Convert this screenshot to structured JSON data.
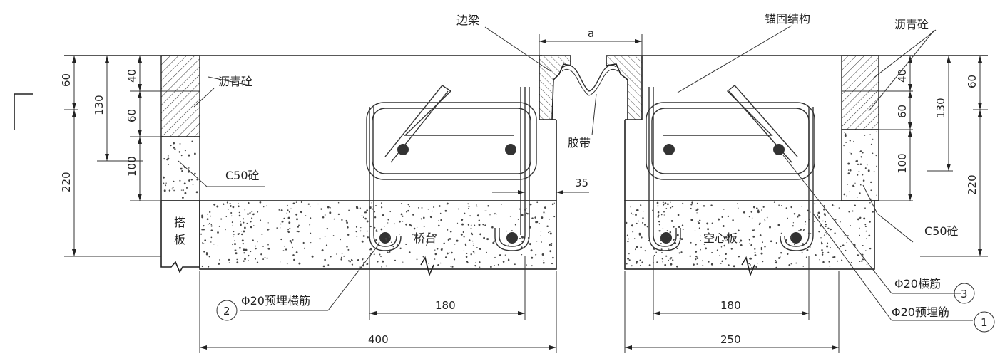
{
  "labels": {
    "side_beam": "边梁",
    "anchor_structure": "锚固结构",
    "asphalt_left": "沥青砼",
    "asphalt_right": "沥青砼",
    "rubber_strip": "胶带",
    "c50_left": "C50砼",
    "c50_right": "C50砼",
    "approach_slab": "搭板",
    "abutment": "桥台",
    "hollow_slab": "空心板",
    "bar_embedded_left": "Φ20预埋横筋",
    "bar_transverse": "Φ20横筋",
    "bar_embedded_right": "Φ20预埋筋"
  },
  "dimensions": {
    "gap": "a",
    "d35": "35",
    "left_60": "60",
    "left_130": "130",
    "left_220": "220",
    "left_40": "40",
    "left_60b": "60",
    "left_100": "100",
    "right_40": "40",
    "right_60b": "60",
    "right_100": "100",
    "right_60": "60",
    "right_130": "130",
    "right_220": "220",
    "w180_left": "180",
    "w400": "400",
    "w180_right": "180",
    "w250": "250"
  },
  "markers": {
    "m1": "1",
    "m2": "2",
    "m3": "3"
  }
}
